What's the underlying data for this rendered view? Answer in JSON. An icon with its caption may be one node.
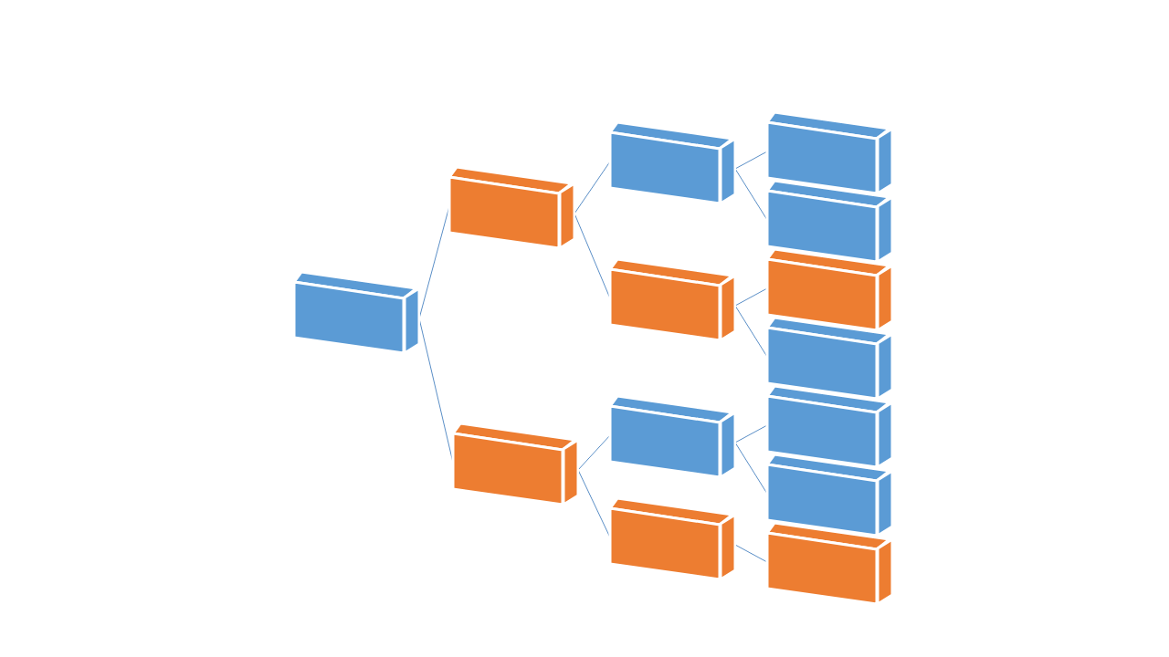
{
  "diagram": {
    "nodes": [
      {
        "text": [],
        "shape": "box"
      },
      {
        "text": [],
        "shape": "box"
      },
      {
        "text": [],
        "shape": "box"
      },
      {
        "text": [],
        "shape": "box"
      },
      {
        "text": [],
        "shape": "box"
      },
      {
        "text": [],
        "shape": "box"
      },
      {
        "text": [],
        "shape": "box"
      },
      {
        "text": [],
        "shape": "box"
      },
      {
        "text": [],
        "shape": "box"
      },
      {
        "text": [],
        "shape": "box"
      },
      {
        "text": [],
        "shape": "box"
      },
      {
        "text": [],
        "shape": "box"
      },
      {
        "text": [],
        "shape": "box"
      },
      {
        "text": [],
        "shape": "box"
      }
    ],
    "edges": [
      {
        "from": 0,
        "to": 1,
        "arrow": "none"
      },
      {
        "from": 0,
        "to": 2,
        "arrow": "none"
      },
      {
        "from": 1,
        "to": 3,
        "arrow": "none"
      },
      {
        "from": 1,
        "to": 4,
        "arrow": "none"
      },
      {
        "from": 2,
        "to": 5,
        "arrow": "none"
      },
      {
        "from": 2,
        "to": 6,
        "arrow": "none"
      },
      {
        "from": 3,
        "to": 7,
        "arrow": "none"
      },
      {
        "from": 3,
        "to": 8,
        "arrow": "none"
      },
      {
        "from": 4,
        "to": 9,
        "arrow": "none"
      },
      {
        "from": 4,
        "to": 10,
        "arrow": "none"
      },
      {
        "from": 5,
        "to": 11,
        "arrow": "none"
      },
      {
        "from": 5,
        "to": 12,
        "arrow": "none"
      },
      {
        "from": 6,
        "to": 13,
        "arrow": "none"
      }
    ]
  }
}
